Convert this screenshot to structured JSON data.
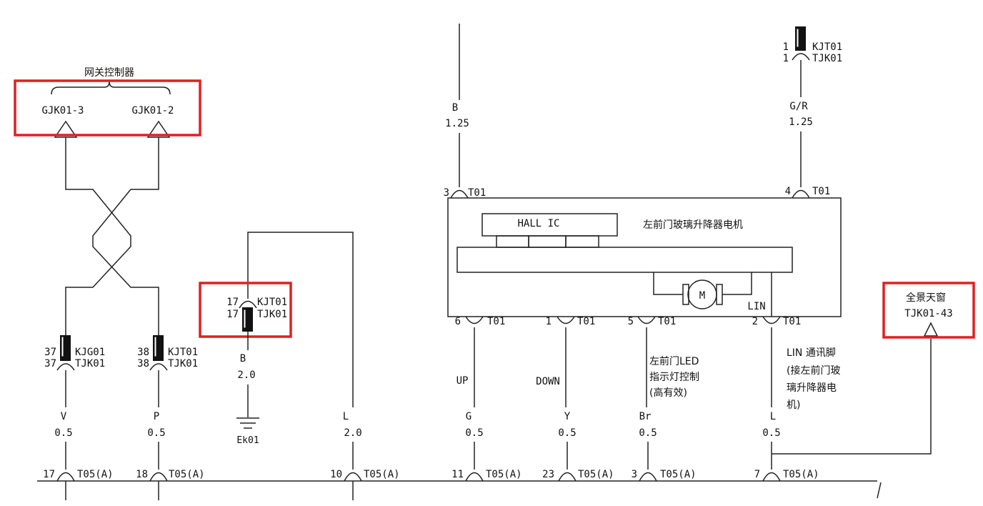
{
  "colors": {
    "wire": "#222222",
    "highlight": "#e02020",
    "background": "#ffffff"
  },
  "gateway": {
    "title": "网关控制器",
    "pin_left": "GJK01-3",
    "pin_right": "GJK01-2"
  },
  "connectors": {
    "c37": {
      "num_top": "37",
      "num_bot": "37",
      "name_top": "KJG01",
      "name_bot": "TJK01"
    },
    "c38": {
      "num_top": "38",
      "num_bot": "38",
      "name_top": "KJT01",
      "name_bot": "TJK01"
    },
    "c17": {
      "num_top": "17",
      "num_bot": "17",
      "name_top": "KJT01",
      "name_bot": "TJK01"
    },
    "top_right": {
      "num_top": "1",
      "num_bot": "1",
      "name_top": "KJT01",
      "name_bot": "TJK01"
    }
  },
  "wires": {
    "v": {
      "color": "V",
      "gauge": "0.5"
    },
    "p": {
      "color": "P",
      "gauge": "0.5"
    },
    "b_ground": {
      "color": "B",
      "gauge": "2.0"
    },
    "l_mid": {
      "color": "L",
      "gauge": "2.0"
    },
    "b_top": {
      "color": "B",
      "gauge": "1.25"
    },
    "gr_top": {
      "color": "G/R",
      "gauge": "1.25"
    },
    "g": {
      "color": "G",
      "gauge": "0.5"
    },
    "y": {
      "color": "Y",
      "gauge": "0.5"
    },
    "br": {
      "color": "Br",
      "gauge": "0.5"
    },
    "l_right": {
      "color": "L",
      "gauge": "0.5"
    }
  },
  "ground": {
    "label": "Ek01"
  },
  "motor_module": {
    "title": "左前门玻璃升降器电机",
    "hall_ic": "HALL IC",
    "motor_symbol": "M",
    "lin_label": "LIN",
    "pins_top": [
      {
        "num": "3",
        "name": "T01"
      },
      {
        "num": "4",
        "name": "T01"
      }
    ],
    "pins_bottom": [
      {
        "num": "6",
        "name": "T01"
      },
      {
        "num": "1",
        "name": "T01"
      },
      {
        "num": "5",
        "name": "T01"
      },
      {
        "num": "2",
        "name": "T01"
      }
    ]
  },
  "signals": {
    "up": "UP",
    "down": "DOWN",
    "led_note": [
      "左前门LED",
      "指示灯控制",
      "(高有效)"
    ],
    "lin_note": [
      "LIN 通讯脚",
      "(接左前门玻",
      "璃升降器电",
      "机)"
    ]
  },
  "sunroof": {
    "title": "全景天窗",
    "pin": "TJK01-43"
  },
  "bottom_connectors": [
    {
      "num": "17",
      "name": "T05(A)"
    },
    {
      "num": "18",
      "name": "T05(A)"
    },
    {
      "num": "10",
      "name": "T05(A)"
    },
    {
      "num": "11",
      "name": "T05(A)"
    },
    {
      "num": "23",
      "name": "T05(A)"
    },
    {
      "num": "3",
      "name": "T05(A)"
    },
    {
      "num": "7",
      "name": "T05(A)"
    }
  ]
}
